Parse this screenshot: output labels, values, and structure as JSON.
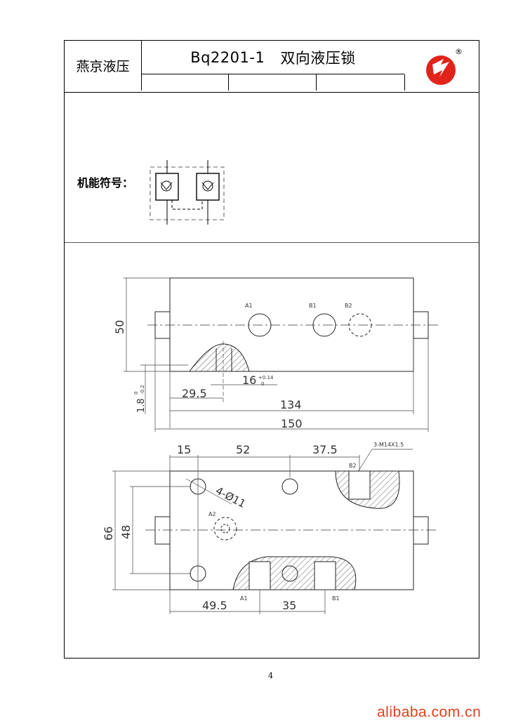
{
  "header": {
    "company": "燕京液压",
    "model": "Bq2201-1",
    "product_name": "双向液压锁",
    "logo_mark": "®"
  },
  "symbol_section": {
    "label": "机能符号："
  },
  "drawing_top": {
    "port_labels": [
      "A1",
      "B1",
      "B2"
    ],
    "dim_height": "50",
    "dim_depth": "1.8",
    "dim_depth_tol_upper": "0",
    "dim_depth_tol_lower": "-0.2",
    "dim_offset": "29.5",
    "dim_bore": "16",
    "dim_bore_tol_upper": "+0.14",
    "dim_bore_tol_lower": "0",
    "dim_body": "134",
    "dim_total": "150"
  },
  "drawing_bottom": {
    "dim_top": [
      "15",
      "52",
      "37.5"
    ],
    "thread_note": "3-M14X1.5",
    "port_labels": [
      "B2",
      "A2",
      "A1",
      "B1"
    ],
    "hole_note": "4-Ø11",
    "dim_left_outer": "66",
    "dim_left_inner": "48",
    "dim_bottom": [
      "49.5",
      "35"
    ]
  },
  "footer": {
    "page_number": "4",
    "watermark": "alibaba.com.cn"
  },
  "colors": {
    "logo_red": "#e0241b",
    "watermark": "#e0411b",
    "line": "#000000",
    "dim_line": "#444444"
  }
}
